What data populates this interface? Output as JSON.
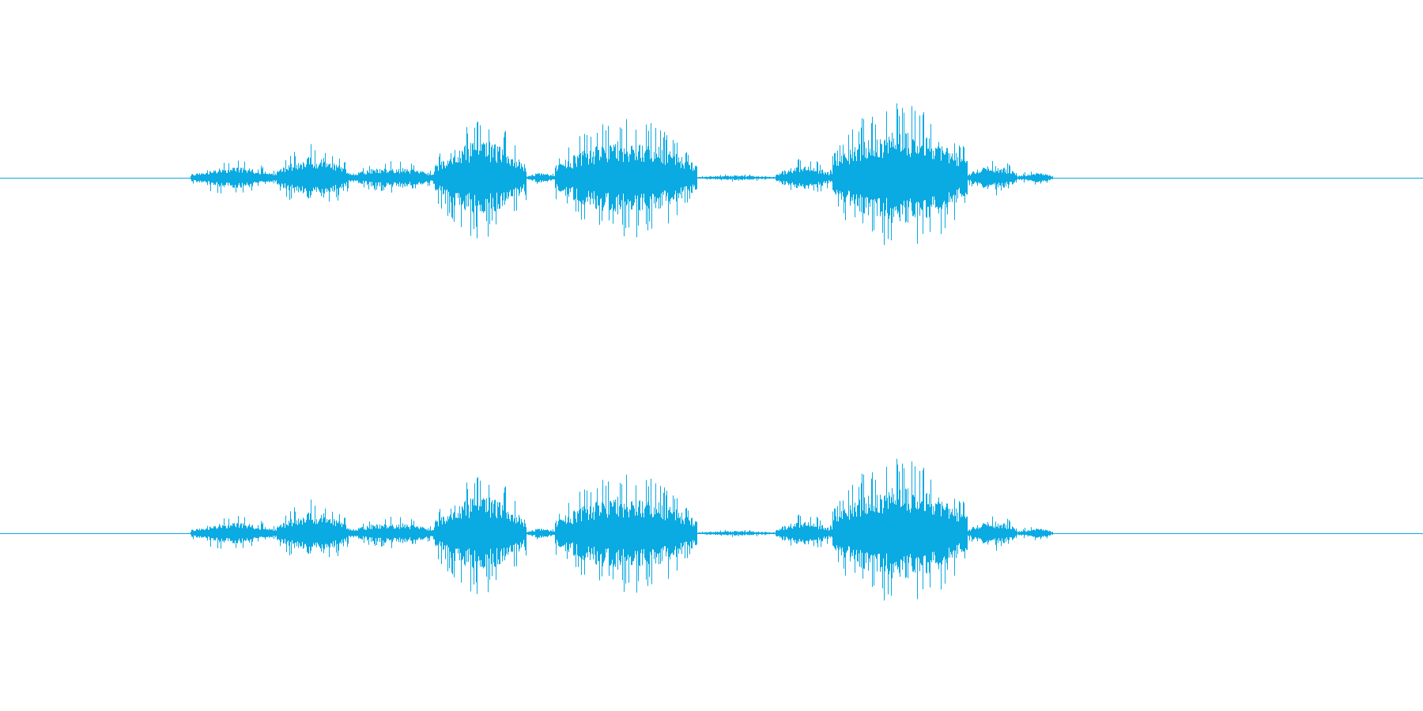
{
  "waveform": {
    "color": "#0aaae2",
    "background": "#ffffff",
    "channel_count": 2,
    "channels": [
      {
        "name": ""
      },
      {
        "name": ""
      }
    ],
    "segments": [
      {
        "start": 0.134,
        "end": 0.195,
        "peak": 0.22,
        "spikiness": 0.55
      },
      {
        "start": 0.195,
        "end": 0.245,
        "peak": 0.45,
        "spikiness": 0.75
      },
      {
        "start": 0.245,
        "end": 0.305,
        "peak": 0.22,
        "spikiness": 0.55
      },
      {
        "start": 0.305,
        "end": 0.37,
        "peak": 0.78,
        "spikiness": 0.85
      },
      {
        "start": 0.37,
        "end": 0.39,
        "peak": 0.1,
        "spikiness": 0.3
      },
      {
        "start": 0.39,
        "end": 0.49,
        "peak": 0.78,
        "spikiness": 0.85
      },
      {
        "start": 0.49,
        "end": 0.545,
        "peak": 0.05,
        "spikiness": 0.2
      },
      {
        "start": 0.545,
        "end": 0.585,
        "peak": 0.25,
        "spikiness": 0.5
      },
      {
        "start": 0.585,
        "end": 0.68,
        "peak": 1.0,
        "spikiness": 0.95
      },
      {
        "start": 0.68,
        "end": 0.715,
        "peak": 0.25,
        "spikiness": 0.45
      },
      {
        "start": 0.715,
        "end": 0.74,
        "peak": 0.1,
        "spikiness": 0.4
      }
    ]
  }
}
